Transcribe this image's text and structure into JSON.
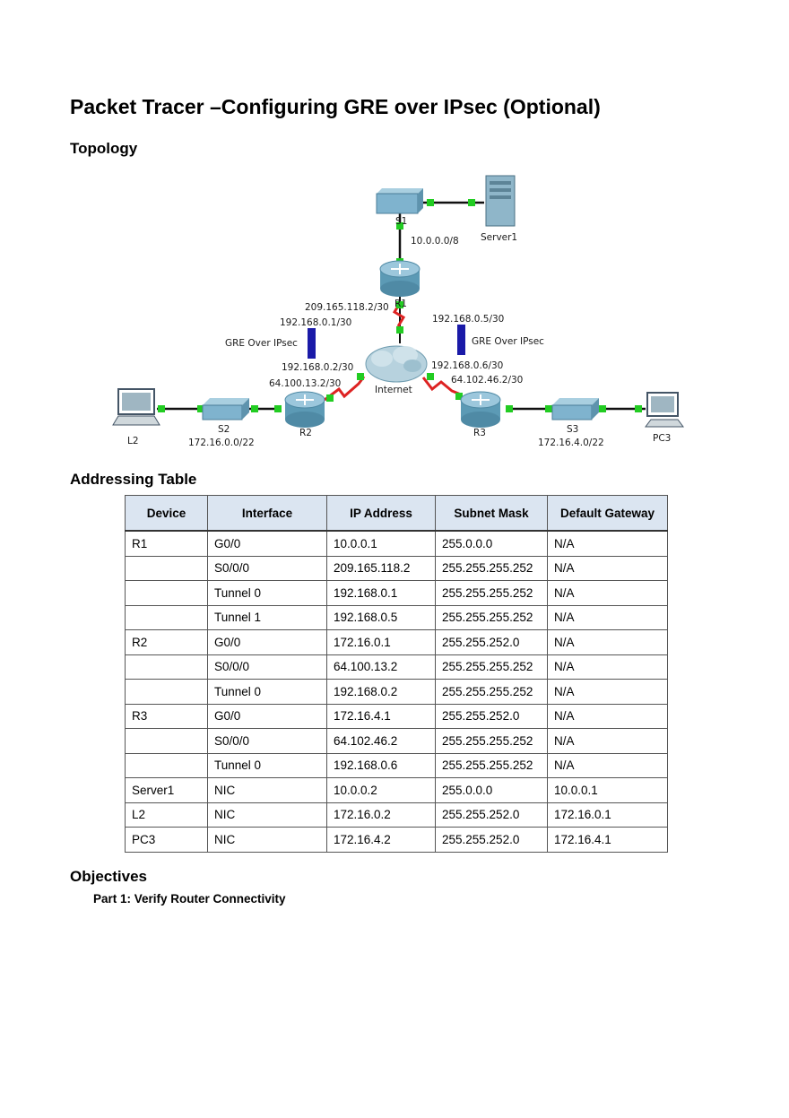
{
  "doc": {
    "title": "Packet Tracer –Configuring GRE over IPsec (Optional)",
    "topology_heading": "Topology",
    "addressing_heading": "Addressing Table",
    "objectives_heading": "Objectives",
    "part1": "Part 1: Verify Router Connectivity"
  },
  "topology": {
    "labels": {
      "s1": "S1",
      "net_10": "10.0.0.0/8",
      "server1": "Server1",
      "r1_s000": "209.165.118.2/30",
      "r1_tun0": "192.168.0.1/30",
      "r1_suffix": "R1",
      "r1_tun1": "192.168.0.5/30",
      "gre_left": "GRE Over IPsec",
      "gre_right": "GRE Over IPsec",
      "r2_tun0": "192.168.0.2/30",
      "r3_tun0": "192.168.0.6/30",
      "r2_s000": "64.100.13.2/30",
      "internet": "Internet",
      "r3_s000": "64.102.46.2/30",
      "l2": "L2",
      "s2": "S2",
      "net_172_16_0": "172.16.0.0/22",
      "r2": "R2",
      "r3": "R3",
      "s3": "S3",
      "net_172_16_4": "172.16.4.0/22",
      "pc3": "PC3"
    }
  },
  "table": {
    "headers": [
      "Device",
      "Interface",
      "IP Address",
      "Subnet Mask",
      "Default Gateway"
    ],
    "rows": [
      [
        "R1",
        "G0/0",
        "10.0.0.1",
        "255.0.0.0",
        "N/A"
      ],
      [
        "",
        "S0/0/0",
        "209.165.118.2",
        "255.255.255.252",
        "N/A"
      ],
      [
        "",
        "Tunnel 0",
        "192.168.0.1",
        "255.255.255.252",
        "N/A"
      ],
      [
        "",
        "Tunnel 1",
        "192.168.0.5",
        "255.255.255.252",
        "N/A"
      ],
      [
        "R2",
        "G0/0",
        "172.16.0.1",
        "255.255.252.0",
        "N/A"
      ],
      [
        "",
        "S0/0/0",
        "64.100.13.2",
        "255.255.255.252",
        "N/A"
      ],
      [
        "",
        "Tunnel 0",
        "192.168.0.2",
        "255.255.255.252",
        "N/A"
      ],
      [
        "R3",
        "G0/0",
        "172.16.4.1",
        "255.255.252.0",
        "N/A"
      ],
      [
        "",
        "S0/0/0",
        "64.102.46.2",
        "255.255.255.252",
        "N/A"
      ],
      [
        "",
        "Tunnel 0",
        "192.168.0.6",
        "255.255.255.252",
        "N/A"
      ],
      [
        "Server1",
        "NIC",
        "10.0.0.2",
        "255.0.0.0",
        "10.0.0.1"
      ],
      [
        "L2",
        "NIC",
        "172.16.0.2",
        "255.255.252.0",
        "172.16.0.1"
      ],
      [
        "PC3",
        "NIC",
        "172.16.4.2",
        "255.255.252.0",
        "172.16.4.1"
      ]
    ]
  },
  "colors": {
    "link_green": "#22cc22",
    "serial_red": "#dd2222",
    "tunnel_blue": "#1a1aa8",
    "router_blue": "#5c9ab5",
    "header_fill": "#dbe5f1"
  }
}
